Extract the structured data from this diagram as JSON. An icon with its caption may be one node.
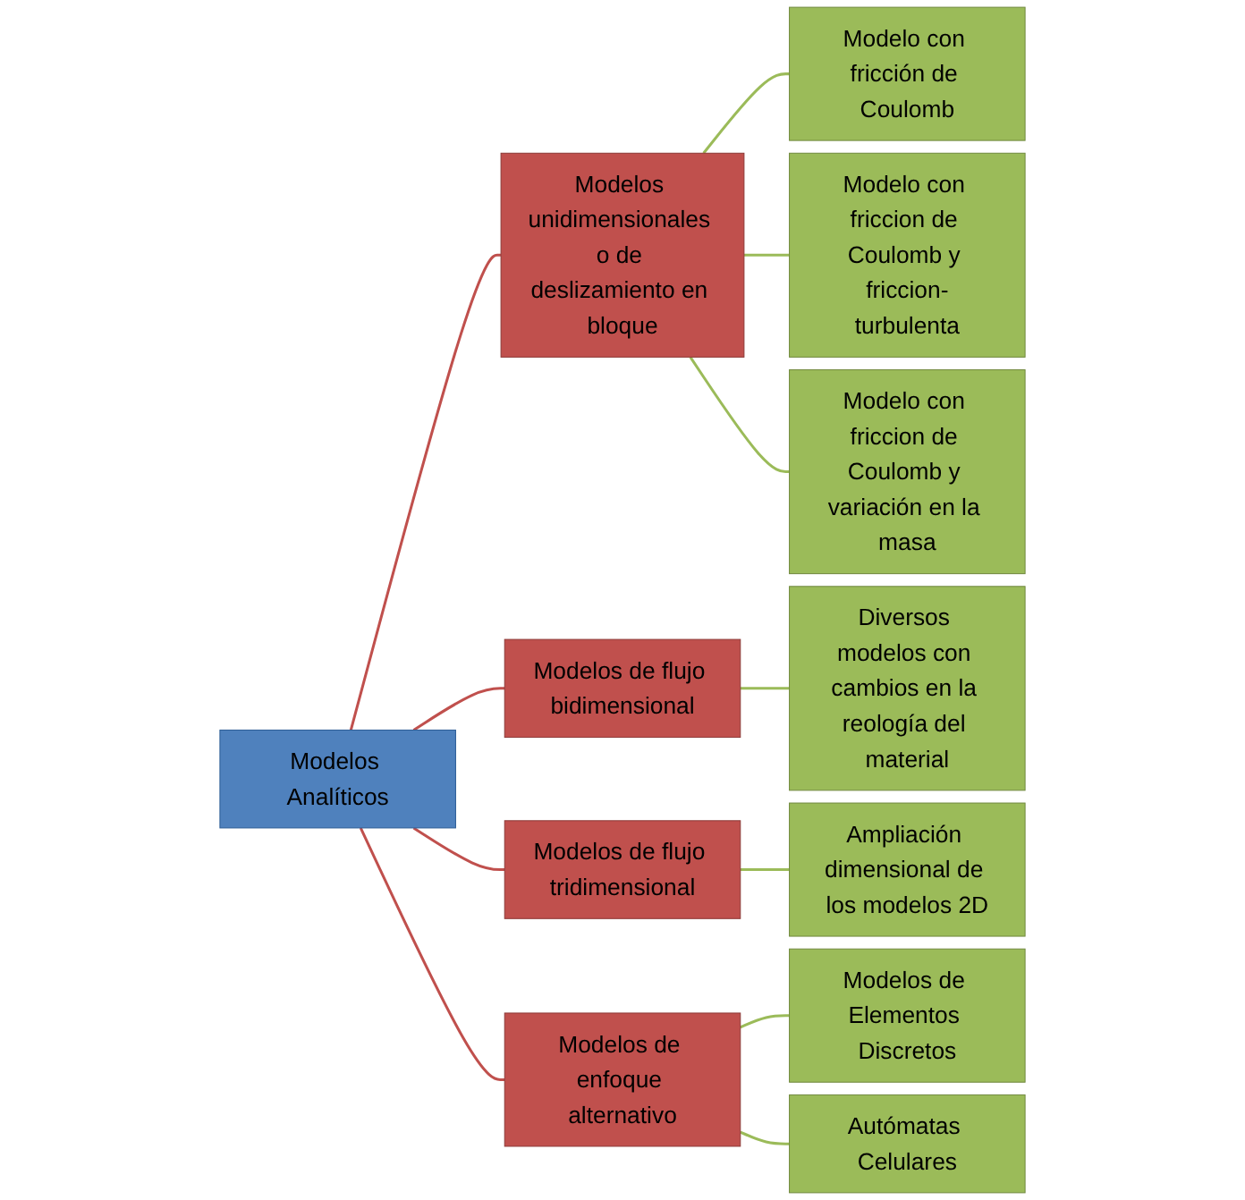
{
  "diagram": {
    "nodes": [
      {
        "text": [
          "Modelos Analíticos"
        ]
      },
      {
        "text": [
          "Modelos unidimensionales o de deslizamiento en bloque"
        ]
      },
      {
        "text": [
          "Modelo con fricción de Coulomb"
        ]
      },
      {
        "text": [
          "Modelo con friccion de Coulomb y friccion-turbulenta"
        ]
      },
      {
        "text": [
          "Modelo con friccion de Coulomb y variación en la masa"
        ]
      },
      {
        "text": [
          "Modelos de flujo bidimensional"
        ]
      },
      {
        "text": [
          "Diversos modelos con cambios en la reología del material"
        ]
      },
      {
        "text": [
          "Modelos de flujo tridimensional"
        ]
      },
      {
        "text": [
          "Ampliación dimensional de los modelos 2D"
        ]
      },
      {
        "text": [
          "Modelos de enfoque alternativo"
        ]
      },
      {
        "text": [
          "Modelos de Elementos Discretos"
        ]
      },
      {
        "text": [
          "Autómatas Celulares"
        ]
      }
    ],
    "edges": [
      {
        "from": 0,
        "to": 1,
        "arrow": "none",
        "color": "#c0504d"
      },
      {
        "from": 1,
        "to": 2,
        "arrow": "none"
      },
      {
        "from": 1,
        "to": 3,
        "arrow": "none"
      },
      {
        "from": 1,
        "to": 4,
        "arrow": "none"
      },
      {
        "from": 0,
        "to": 5,
        "arrow": "none",
        "color": "#c0504d"
      },
      {
        "from": 5,
        "to": 6,
        "arrow": "none"
      },
      {
        "from": 0,
        "to": 7,
        "arrow": "none",
        "color": "#c0504d"
      },
      {
        "from": 7,
        "to": 8,
        "arrow": "none"
      },
      {
        "from": 0,
        "to": 9,
        "arrow": "none",
        "color": "#c0504d"
      },
      {
        "from": 9,
        "to": 10,
        "arrow": "none"
      },
      {
        "from": 9,
        "to": 11,
        "arrow": "none"
      }
    ]
  }
}
